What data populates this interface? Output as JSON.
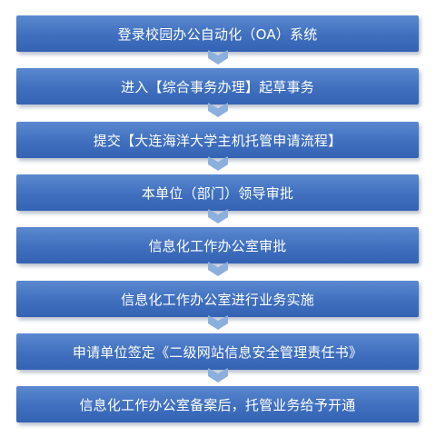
{
  "flow": {
    "steps": [
      "登录校园办公自动化（OA）系统",
      "进入【综合事务办理】起草事务",
      "提交【大连海洋大学主机托管申请流程】",
      "本单位（部门）领导审批",
      "信息化工作办公室审批",
      "信息化工作办公室进行业务实施",
      "申请单位签定《二级网站信息安全管理责任书》",
      "信息化工作办公室备案后，托管业务给予开通"
    ],
    "colors": {
      "box_top": "#5b89d0",
      "box_bottom": "#3563b4",
      "arrow": "#8bb0de",
      "text": "#ffffff"
    }
  }
}
